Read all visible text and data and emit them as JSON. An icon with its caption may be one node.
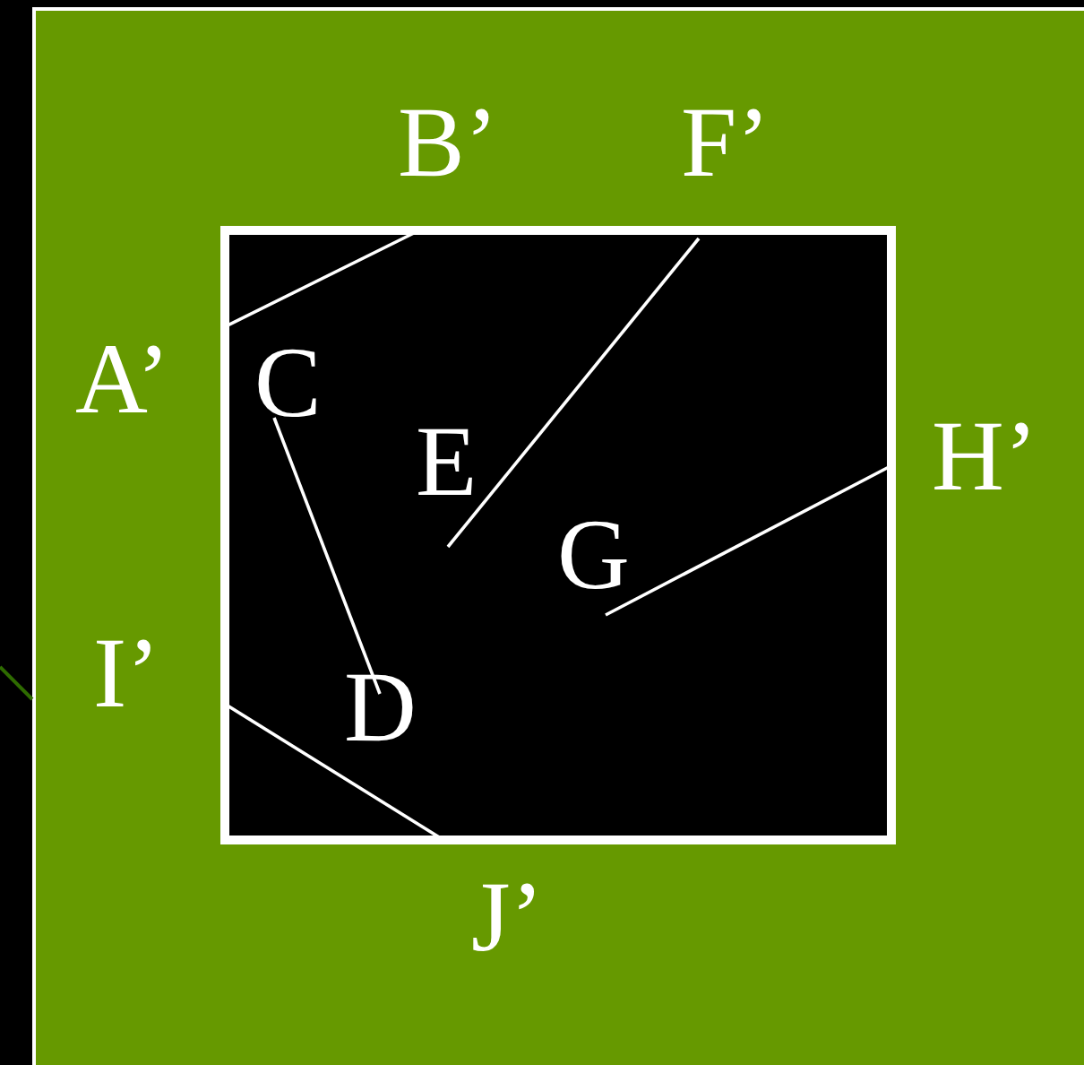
{
  "diagram": {
    "nodes": [
      {
        "text": [],
        "shape": "box"
      },
      {
        "text": [
          "C"
        ],
        "in": 0
      },
      {
        "text": [
          "E"
        ],
        "in": 0
      },
      {
        "text": [
          "G"
        ],
        "in": 0
      },
      {
        "text": [
          "D"
        ],
        "in": 0
      }
    ],
    "edges": [
      {
        "from": 1,
        "to": 4,
        "arrow": "none"
      },
      {
        "from": 2,
        "to": null,
        "arrow": "none"
      },
      {
        "from": 3,
        "to": null,
        "arrow": "none"
      }
    ],
    "labels": [
      "B’",
      "F’",
      "A’",
      "H’",
      "I’",
      "J’"
    ]
  }
}
